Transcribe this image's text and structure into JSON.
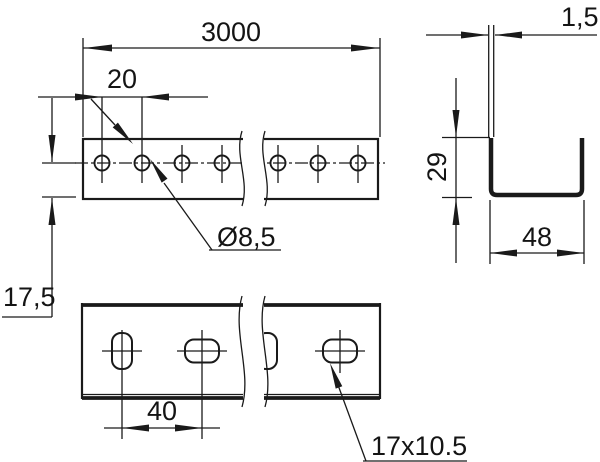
{
  "drawing": {
    "type": "technical-drawing",
    "subject": "channel-rail-profile",
    "views": [
      "top-view-drilled-side",
      "cross-section",
      "bottom-view-slotted-side"
    ],
    "colors": {
      "line": "#1a1a1a",
      "text": "#141414",
      "background": "#ffffff"
    }
  },
  "labels": {
    "length": "3000",
    "hole_pitch": "20",
    "hole_diameter": "Ø8,5",
    "center_to_edge": "17,5",
    "wall_thickness": "1,5",
    "profile_height": "29",
    "profile_width": "48",
    "slot_pitch": "40",
    "slot_size": "17x10.5"
  }
}
